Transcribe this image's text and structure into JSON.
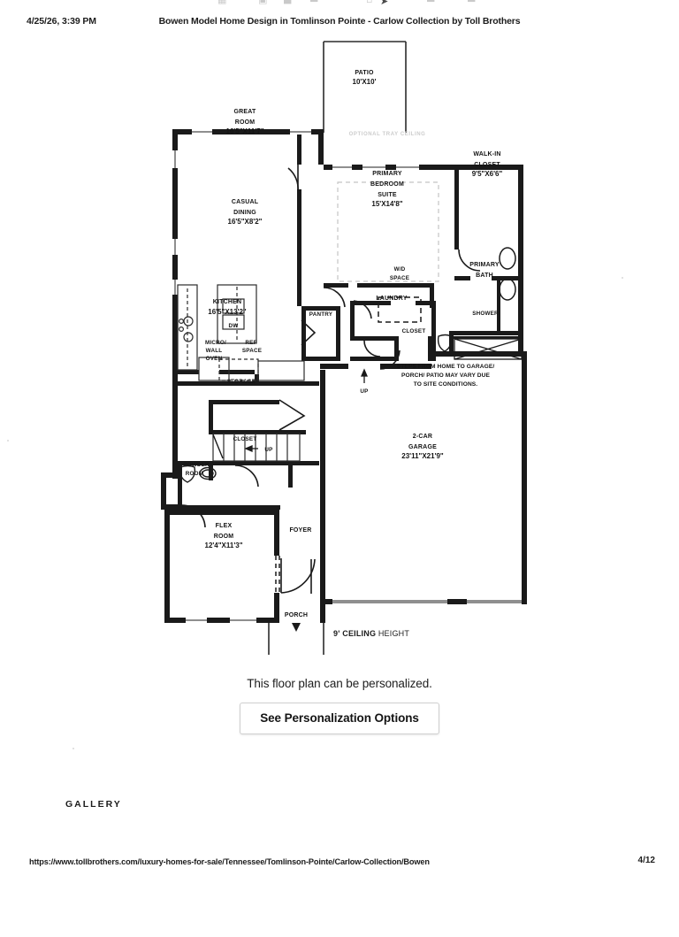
{
  "browser_chrome": {
    "icons": [
      "print-icon",
      "save-icon",
      "zoom-icon",
      "page-icon",
      "layout-icon",
      "cursor-icon",
      "menu-icon",
      "more-icon"
    ]
  },
  "print_header": {
    "date": "4/25/26, 3:39 PM",
    "title": "Bowen Model Home Design in Tomlinson Pointe - Carlow Collection by Toll Brothers"
  },
  "floor_plan": {
    "rooms": [
      {
        "id": "patio",
        "name": "PATIO",
        "lines": [
          "PATIO"
        ],
        "dim": "10'X10'"
      },
      {
        "id": "great-room",
        "name": "GREAT ROOM",
        "lines": [
          "GREAT",
          "ROOM"
        ],
        "dim": "16'5\"X11'7\""
      },
      {
        "id": "casual-dining",
        "name": "CASUAL DINING",
        "lines": [
          "CASUAL",
          "DINING"
        ],
        "dim": "16'5\"X8'2\""
      },
      {
        "id": "kitchen",
        "name": "KITCHEN",
        "lines": [
          "KITCHEN"
        ],
        "dim": "16'5\"X13'2\""
      },
      {
        "id": "primary-suite",
        "name": "PRIMARY BEDROOM SUITE",
        "lines": [
          "PRIMARY",
          "BEDROOM",
          "SUITE"
        ],
        "dim": "15'X14'8\""
      },
      {
        "id": "walk-in-closet",
        "name": "WALK-IN CLOSET",
        "lines": [
          "WALK-IN",
          "CLOSET"
        ],
        "dim": "9'5\"X6'6\""
      },
      {
        "id": "primary-bath",
        "name": "PRIMARY BATH",
        "lines": [
          "PRIMARY",
          "BATH"
        ],
        "dim": ""
      },
      {
        "id": "laundry",
        "name": "LAUNDRY",
        "lines": [
          "LAUNDRY"
        ],
        "dim": ""
      },
      {
        "id": "garage",
        "name": "2-CAR GARAGE",
        "lines": [
          "2-CAR",
          "GARAGE"
        ],
        "dim": "23'11\"X21'9\""
      },
      {
        "id": "flex-room",
        "name": "FLEX ROOM",
        "lines": [
          "FLEX",
          "ROOM"
        ],
        "dim": "12'4\"X11'3\""
      },
      {
        "id": "foyer",
        "name": "FOYER",
        "lines": [
          "FOYER"
        ],
        "dim": ""
      },
      {
        "id": "porch",
        "name": "PORCH",
        "lines": [
          "PORCH"
        ],
        "dim": ""
      },
      {
        "id": "powder-room",
        "name": "POWDER ROOM",
        "lines": [
          "POWDER",
          "ROOM"
        ],
        "dim": ""
      },
      {
        "id": "storage",
        "name": "STORAGE",
        "lines": [
          "STORAGE"
        ],
        "dim": ""
      }
    ],
    "labels": {
      "patio": "PATIO",
      "patio_dim": "10'X10'",
      "great_room_1": "GREAT",
      "great_room_2": "ROOM",
      "great_room_dim": "16'5\"X11'7\"",
      "casual_dining_1": "CASUAL",
      "casual_dining_2": "DINING",
      "casual_dining_dim": "16'5\"X8'2\"",
      "kitchen": "KITCHEN",
      "kitchen_dim": "16'5\"X13'2\"",
      "dishwasher": "DW",
      "micro_wall_oven_1": "MICRO/",
      "micro_wall_oven_2": "WALL",
      "micro_wall_oven_3": "OVEN",
      "ref_space_1": "REF",
      "ref_space_2": "SPACE",
      "pantry": "PANTRY",
      "optional_tray_ceiling": "OPTIONAL TRAY CEILING",
      "primary_bedroom_1": "PRIMARY",
      "primary_bedroom_2": "BEDROOM",
      "primary_bedroom_3": "SUITE",
      "primary_bedroom_dim": "15'X14'8\"",
      "walk_in_closet_1": "WALK-IN",
      "walk_in_closet_2": "CLOSET",
      "walk_in_closet_dim": "9'5\"X6'6\"",
      "primary_bath_1": "PRIMARY",
      "primary_bath_2": "BATH",
      "shower": "SHOWER",
      "wd_space_1": "W/D",
      "wd_space_2": "SPACE",
      "laundry": "LAUNDRY",
      "laundry_closet": "CLOSET",
      "up_laundry": "UP",
      "storage": "STORAGE",
      "up_stairs": "UP",
      "stair_closet": "CLOSET",
      "powder_room_1": "POWDER",
      "powder_room_2": "ROOM",
      "garage_1": "2-CAR",
      "garage_2": "GARAGE",
      "garage_dim": "23'11\"X21'9\"",
      "garage_note_1": "STEPS FROM HOME TO GARAGE/",
      "garage_note_2": "PORCH/ PATIO MAY VARY DUE",
      "garage_note_3": "TO SITE CONDITIONS.",
      "flex_room_1": "FLEX",
      "flex_room_2": "ROOM",
      "flex_room_dim": "12'4\"X11'3\"",
      "foyer": "FOYER",
      "porch": "PORCH",
      "ceiling_height_strong": "9' CEILING ",
      "ceiling_height_light": "HEIGHT"
    }
  },
  "cta": {
    "caption": "This floor plan can be personalized.",
    "button_label": "See Personalization Options"
  },
  "gallery": {
    "label": "GALLERY"
  },
  "footer": {
    "url": "https://www.tollbrothers.com/luxury-homes-for-sale/Tennessee/Tomlinson-Pointe/Carlow-Collection/Bowen",
    "page": "4/12"
  },
  "colors": {
    "wall": "#1a1a1a",
    "thin_line": "#2b2b2b",
    "ghost": "#cccccc",
    "text": "#141414",
    "page_bg": "#ffffff"
  }
}
